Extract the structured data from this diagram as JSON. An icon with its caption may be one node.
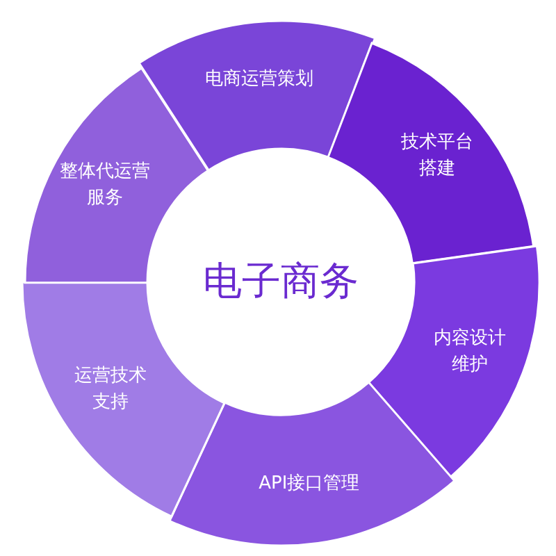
{
  "diagram": {
    "nodes": [
      {
        "text": [
          "电子商务"
        ]
      },
      {
        "text": [
          "电商运营策划"
        ]
      },
      {
        "text": [
          "技术平台搭建"
        ]
      },
      {
        "text": [
          "内容设计维护"
        ]
      },
      {
        "text": [
          "API接口管理"
        ]
      },
      {
        "text": [
          "运营技术支持"
        ]
      },
      {
        "text": [
          "整体代运营服务"
        ]
      }
    ]
  }
}
